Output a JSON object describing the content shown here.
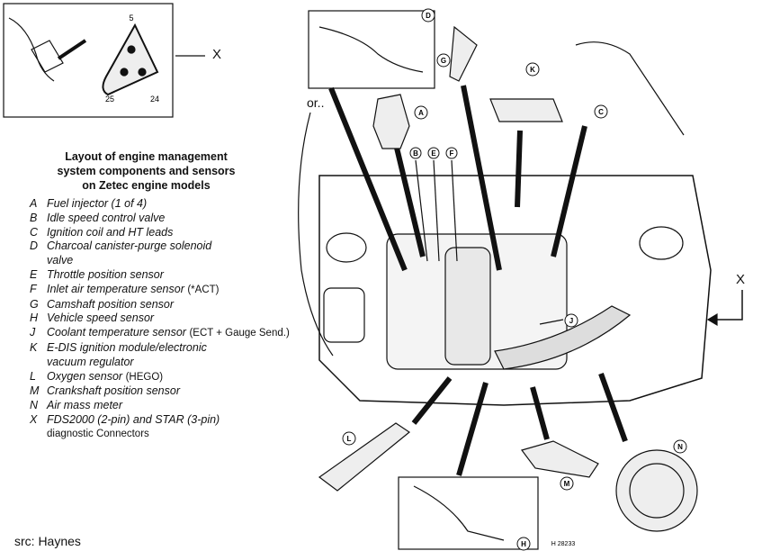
{
  "title_lines": [
    "Layout of engine management",
    "system components and sensors",
    "on Zetec engine models"
  ],
  "legend": [
    {
      "key": "A",
      "text": "Fuel injector (1 of 4)",
      "note": ""
    },
    {
      "key": "B",
      "text": "Idle speed control valve",
      "note": ""
    },
    {
      "key": "C",
      "text": "Ignition coil and HT leads",
      "note": ""
    },
    {
      "key": "D",
      "text": "Charcoal canister-purge solenoid",
      "note": ""
    },
    {
      "key": "",
      "text": "valve",
      "note": ""
    },
    {
      "key": "E",
      "text": "Throttle position sensor",
      "note": ""
    },
    {
      "key": "F",
      "text": "Inlet air temperature sensor",
      "note": "(*ACT)"
    },
    {
      "key": "G",
      "text": "Camshaft position sensor",
      "note": ""
    },
    {
      "key": "H",
      "text": "Vehicle speed sensor",
      "note": ""
    },
    {
      "key": "J",
      "text": "Coolant temperature sensor",
      "note": "(ECT + Gauge Send.)"
    },
    {
      "key": "K",
      "text": "E-DIS ignition module/electronic",
      "note": ""
    },
    {
      "key": "",
      "text": "vacuum regulator",
      "note": ""
    },
    {
      "key": "L",
      "text": "Oxygen sensor",
      "note": "(HEGO)"
    },
    {
      "key": "M",
      "text": "Crankshaft position sensor",
      "note": ""
    },
    {
      "key": "N",
      "text": "Air mass meter",
      "note": ""
    },
    {
      "key": "X",
      "text": "FDS2000 (2-pin) and STAR (3-pin)",
      "note": ""
    }
  ],
  "legend_x_continuation": "diagnostic Connectors",
  "source": "src: Haynes",
  "or_label": "or..",
  "x_label_top": "X",
  "x_label_right": "X",
  "pin_labels": [
    "5",
    "25",
    "24"
  ],
  "callouts": [
    "A",
    "B",
    "C",
    "D",
    "E",
    "F",
    "G",
    "H",
    "J",
    "K",
    "L",
    "M",
    "N"
  ],
  "figure_ref": "H 28233"
}
